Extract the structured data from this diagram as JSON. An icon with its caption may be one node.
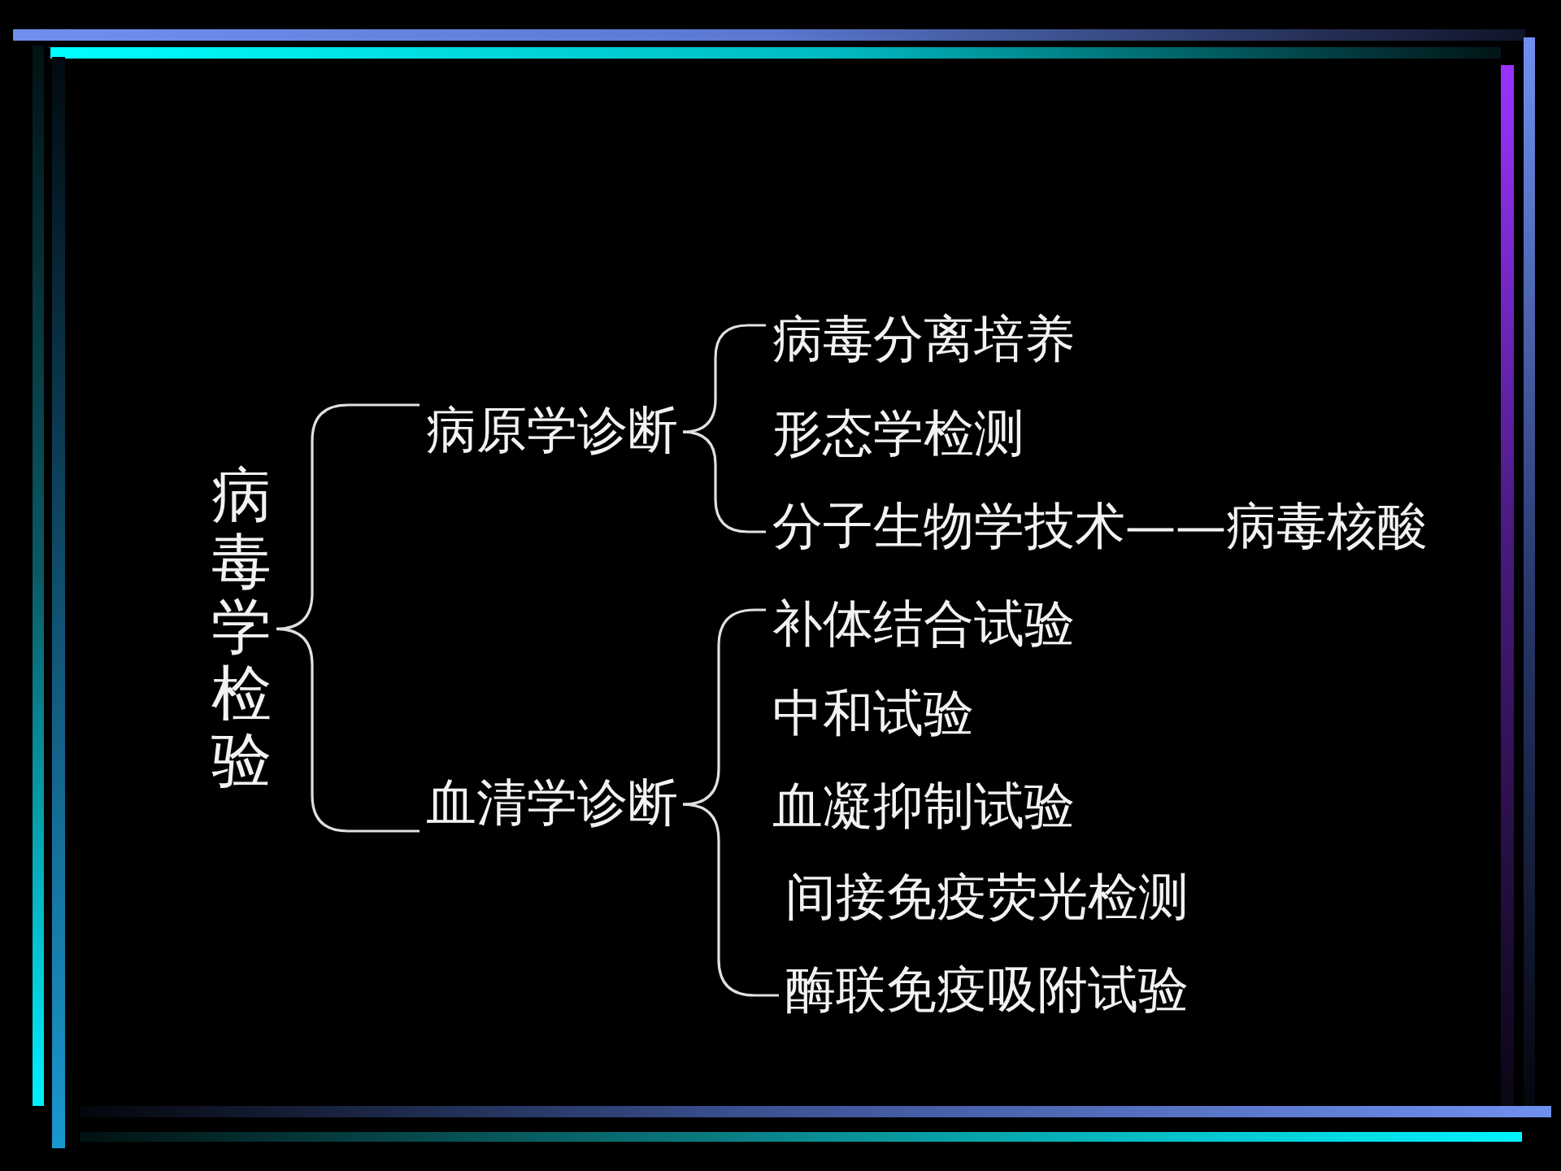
{
  "diagram": {
    "nodes": [
      {
        "text": [
          "病毒学检验"
        ]
      },
      {
        "text": [
          "病原学诊断"
        ]
      },
      {
        "text": [
          "血清学诊断"
        ]
      },
      {
        "text": [
          "病毒分离培养"
        ]
      },
      {
        "text": [
          "形态学检测"
        ]
      },
      {
        "text": [
          "分子生物学技术——病毒核酸"
        ]
      },
      {
        "text": [
          "补体结合试验"
        ]
      },
      {
        "text": [
          "中和试验"
        ]
      },
      {
        "text": [
          "血凝抑制试验"
        ]
      },
      {
        "text": [
          "间接免疫荧光检测"
        ]
      },
      {
        "text": [
          "酶联免疫吸附试验"
        ]
      }
    ],
    "edges": [
      {
        "from": 0,
        "to": 1,
        "arrow": "none"
      },
      {
        "from": 0,
        "to": 2,
        "arrow": "none"
      },
      {
        "from": 1,
        "to": 3,
        "arrow": "none"
      },
      {
        "from": 1,
        "to": 5,
        "arrow": "none"
      },
      {
        "from": 2,
        "to": 6,
        "arrow": "none"
      },
      {
        "from": 2,
        "to": 10,
        "arrow": "none"
      }
    ]
  }
}
